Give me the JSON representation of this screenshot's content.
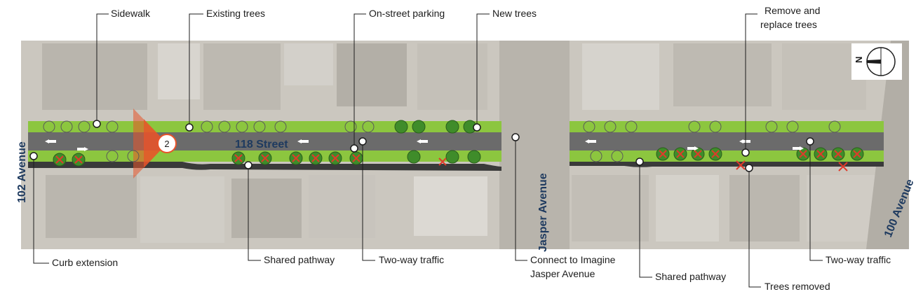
{
  "streets": {
    "main": "118 Street",
    "cross_left": "102 Avenue",
    "cross_middle": "Jasper Avenue",
    "cross_right": "100 Avenue"
  },
  "labels_top": {
    "sidewalk": "Sidewalk",
    "existing_trees": "Existing trees",
    "on_street_parking": "On-street parking",
    "new_trees": "New trees",
    "remove_replace_line1": "Remove and",
    "remove_replace_line2": "replace trees"
  },
  "labels_bottom": {
    "curb_extension": "Curb extension",
    "shared_pathway_left": "Shared pathway",
    "two_way_traffic_left": "Two-way traffic",
    "connect_line1": "Connect to Imagine",
    "connect_line2": "Jasper Avenue",
    "shared_pathway_right": "Shared pathway",
    "trees_removed": "Trees removed",
    "two_way_traffic_right": "Two-way traffic"
  },
  "marker": {
    "number": "2"
  },
  "compass": {
    "letter": "N",
    "icon": "north-arrow-icon"
  },
  "colors": {
    "road": "#6b6b6b",
    "green_strip": "#8cc63f",
    "pathway": "#3a3a3a",
    "tree_new": "#3f8c2a",
    "tree_removed": "#e03a2a",
    "aerial": "#c9c5bd",
    "street_label": "#1e3a5f"
  }
}
